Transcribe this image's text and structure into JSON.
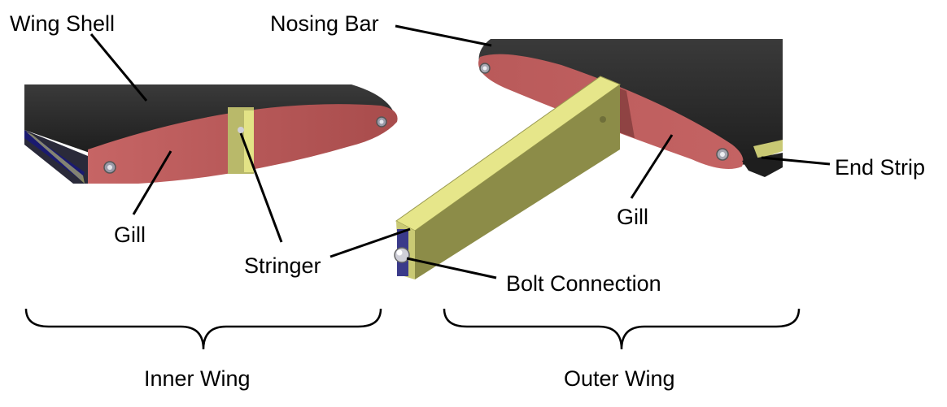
{
  "labels": {
    "wing_shell": "Wing Shell",
    "nosing_bar": "Nosing Bar",
    "gill_inner": "Gill",
    "gill_outer": "Gill",
    "stringer": "Stringer",
    "bolt_connection": "Bolt Connection",
    "end_strip": "End Strip",
    "inner_wing": "Inner Wing",
    "outer_wing": "Outer Wing"
  },
  "colors": {
    "shell": "#2f2f2f",
    "gill": "#c05f5f",
    "stringer_top": "#e6e68a",
    "stringer_side": "#8c8c48",
    "end_strip": "#c9c974",
    "bolt": "#c8c8d0",
    "bolt_plate": "#3a3a8a"
  }
}
